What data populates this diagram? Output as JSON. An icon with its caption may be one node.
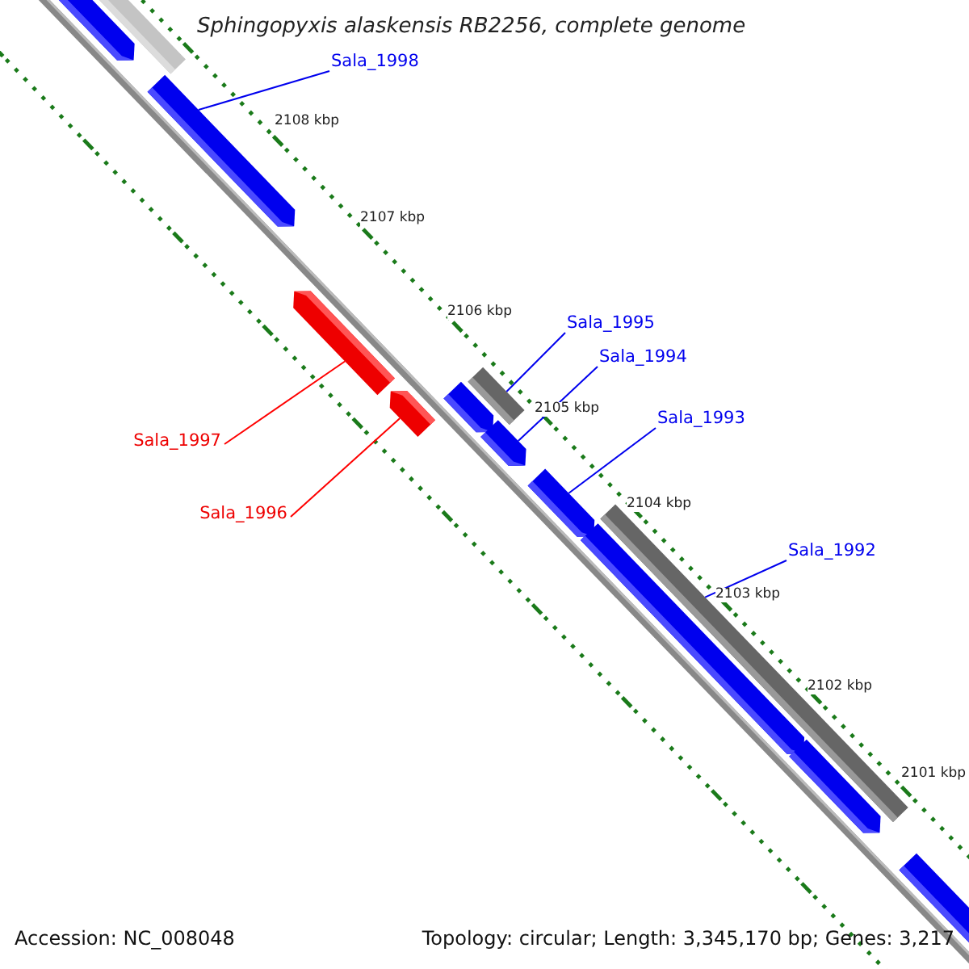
{
  "diagram": {
    "title": "Sphingopyxis alaskensis RB2256, complete genome",
    "nodes": [
      {
        "text": [],
        "shape": "pentagon"
      },
      {
        "text": [],
        "shape": "bar"
      },
      {
        "text": [],
        "shape": "pentagon"
      },
      {
        "text": [],
        "shape": "pentagon"
      },
      {
        "text": [],
        "shape": "pentagon"
      },
      {
        "text": [],
        "shape": "pentagon"
      },
      {
        "text": [],
        "shape": "bar"
      },
      {
        "text": [],
        "shape": "pentagon"
      },
      {
        "text": [],
        "shape": "pentagon"
      },
      {
        "text": [],
        "shape": "bar"
      },
      {
        "text": [],
        "shape": "pentagon"
      },
      {
        "text": [],
        "shape": "pentagon"
      },
      {
        "text": [],
        "shape": "pentagon"
      },
      {
        "text": [
          "Sala_1998"
        ]
      },
      {
        "text": [
          "Sala_1995"
        ]
      },
      {
        "text": [
          "Sala_1994"
        ]
      },
      {
        "text": [
          "Sala_1993"
        ]
      },
      {
        "text": [
          "Sala_1997"
        ]
      },
      {
        "text": [
          "Sala_1996"
        ]
      },
      {
        "text": [
          "Sala_1992"
        ]
      }
    ],
    "edges": [
      {
        "from": 13,
        "to": 2,
        "arrow": "none"
      },
      {
        "from": 14,
        "to": 6,
        "arrow": "none"
      },
      {
        "from": 15,
        "to": 7,
        "arrow": "none"
      },
      {
        "from": 16,
        "to": 8,
        "arrow": "none"
      },
      {
        "from": 17,
        "to": 3,
        "arrow": "none",
        "color": "#ff0000"
      },
      {
        "from": 18,
        "to": 4,
        "arrow": "none",
        "color": "#ff0000"
      },
      {
        "from": 19,
        "to": 9,
        "arrow": "none"
      }
    ],
    "labels": [
      "2108 kbp",
      "2107 kbp",
      "2106 kbp",
      "2105 kbp",
      "2104 kbp",
      "2103 kbp",
      "2102 kbp",
      "2101 kbp",
      "Accession: NC_008048",
      "Topology: circular; Length: 3,345,170 bp; Genes: 3,217"
    ]
  }
}
